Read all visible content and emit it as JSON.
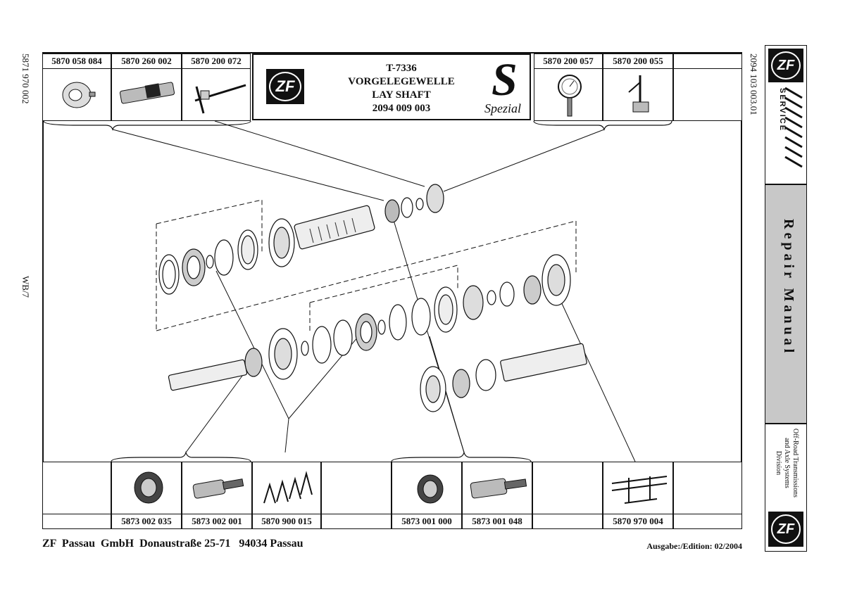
{
  "left_margin": {
    "doc_number": "5871 970 002",
    "page_ref": "WB/7"
  },
  "right_margin": {
    "doc_number": "2094 103 003.01"
  },
  "header": {
    "logo": "ZF",
    "lines": [
      "T-7336",
      "VORGELEGEWELLE",
      "LAY  SHAFT",
      "2094 009 003"
    ],
    "spezial_letter": "S",
    "spezial_label": "Spezial"
  },
  "top_tools": [
    {
      "part_number": "5870 058 084",
      "icon": "puller-icon"
    },
    {
      "part_number": "5870 260 002",
      "icon": "shaft-sleeve-icon"
    },
    {
      "part_number": "5870 200 072",
      "icon": "depth-gauge-icon"
    },
    {
      "part_number": "5870 200 057",
      "icon": "dial-indicator-icon"
    },
    {
      "part_number": "5870 200 055",
      "icon": "magnetic-stand-icon"
    },
    {
      "part_number": "",
      "icon": ""
    }
  ],
  "bottom_tools": [
    {
      "part_number": "",
      "icon": ""
    },
    {
      "part_number": "5873 002 035",
      "icon": "gripper-icon"
    },
    {
      "part_number": "5873 002 001",
      "icon": "basic-tool-icon"
    },
    {
      "part_number": "5870 900 015",
      "icon": "pliers-icon"
    },
    {
      "part_number": "",
      "icon": ""
    },
    {
      "part_number": "5873 001 000",
      "icon": "gripper-icon"
    },
    {
      "part_number": "5873 001 048",
      "icon": "basic-tool-icon"
    },
    {
      "part_number": "",
      "icon": ""
    },
    {
      "part_number": "5870 970 004",
      "icon": "separating-device-icon"
    },
    {
      "part_number": "",
      "icon": ""
    }
  ],
  "sidebar": {
    "logo": "ZF",
    "service": "SERVICE",
    "manual_title": "R e p a i r   M a n u a l",
    "division_lines": [
      "Off-Road Transmissions",
      "and Axle Systems",
      "Division"
    ]
  },
  "footer": {
    "company": "ZF  Passau  GmbH  Donaustraße 25-71   94034 Passau",
    "edition": "Ausgabe:/Edition: 02/2004"
  }
}
